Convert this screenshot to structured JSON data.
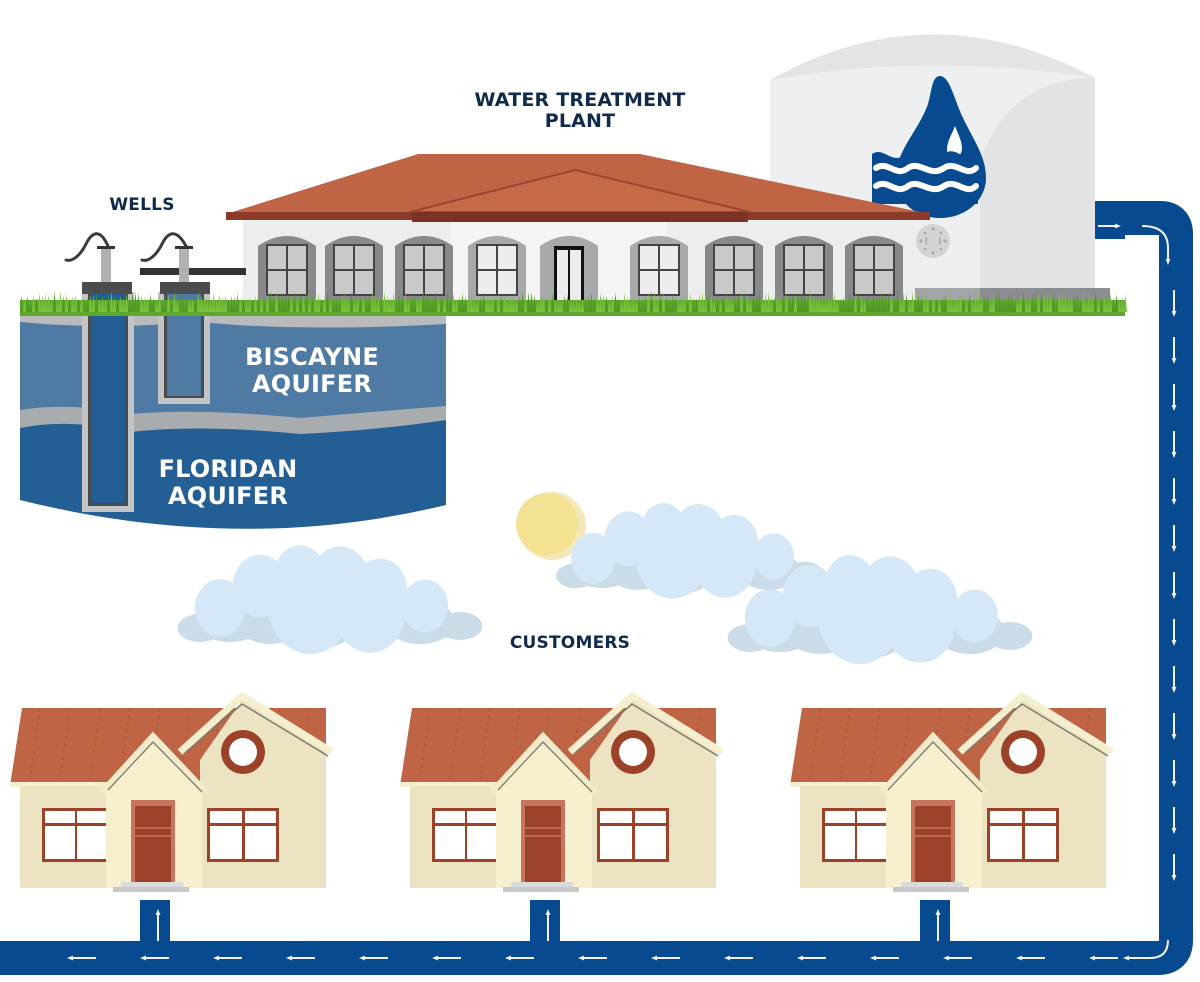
{
  "diagram": {
    "title": "Water supply cycle: wells to treatment plant to customers",
    "labels": {
      "water_treatment_plant": [
        "WATER TREATMENT",
        "PLANT"
      ],
      "wells": "WELLS",
      "customers": "CUSTOMERS",
      "biscayne_aquifer": [
        "BISCAYNE",
        "AQUIFER"
      ],
      "floridan_aquifer": [
        "FLORIDAN",
        "AQUIFER"
      ]
    },
    "components": {
      "wells_count": 2,
      "houses_count": 3,
      "storage_tank_icon": "water-drop-waves-icon",
      "flow_direction": [
        "wells",
        "water treatment plant",
        "storage tank",
        "distribution pipe",
        "customers"
      ]
    },
    "colors": {
      "pipe": "#074a8f",
      "arrow": "#f2f2f2",
      "label_text": "#0f2a4a",
      "biscayne_water": "#4e7aa3",
      "floridan_water": "#235f94",
      "roof": "#bf6444",
      "house_wall": "#ece3c3",
      "tank": "#eeeff0",
      "grass": "#5ea82e",
      "sun": "#f2e292",
      "cloud": "#d5e8f7"
    }
  }
}
